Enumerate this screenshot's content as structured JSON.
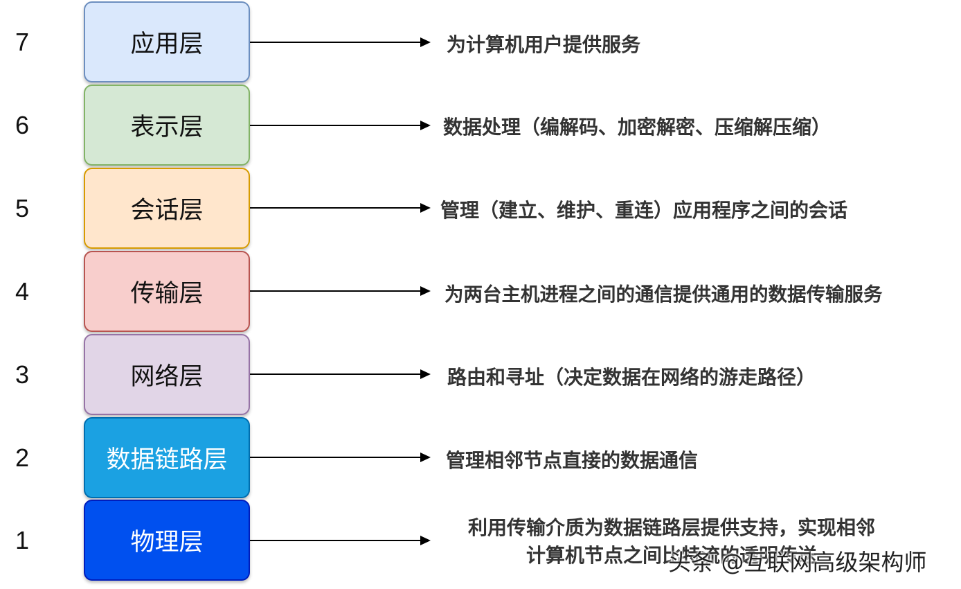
{
  "layers": [
    {
      "number": "7",
      "name": "应用层",
      "description": "为计算机用户提供服务",
      "fill": "#dae8fc",
      "border": "#6c8ebf",
      "text_color": "#111111"
    },
    {
      "number": "6",
      "name": "表示层",
      "description": "数据处理（编解码、加密解密、压缩解压缩）",
      "fill": "#d5e8d4",
      "border": "#82b366",
      "text_color": "#111111"
    },
    {
      "number": "5",
      "name": "会话层",
      "description": "管理（建立、维护、重连）应用程序之间的会话",
      "fill": "#ffe6cc",
      "border": "#d79b00",
      "text_color": "#111111"
    },
    {
      "number": "4",
      "name": "传输层",
      "description": "为两台主机进程之间的通信提供通用的数据传输服务",
      "fill": "#f8cecc",
      "border": "#b85450",
      "text_color": "#111111"
    },
    {
      "number": "3",
      "name": "网络层",
      "description": "路由和寻址（决定数据在网络的游走路径）",
      "fill": "#e1d5e7",
      "border": "#9673a6",
      "text_color": "#111111"
    },
    {
      "number": "2",
      "name": "数据链路层",
      "description": "管理相邻节点直接的数据通信",
      "fill": "#1ba1e2",
      "border": "#006eaf",
      "text_color": "#ffffff"
    },
    {
      "number": "1",
      "name": "物理层",
      "description_lines": [
        "利用传输介质为数据链路层提供支持，实现相邻",
        "计算机节点之间比特流的透明传送"
      ],
      "fill": "#0050ef",
      "border": "#001dbc",
      "text_color": "#ffffff"
    }
  ],
  "watermark": "头条 @互联网高级架构师"
}
